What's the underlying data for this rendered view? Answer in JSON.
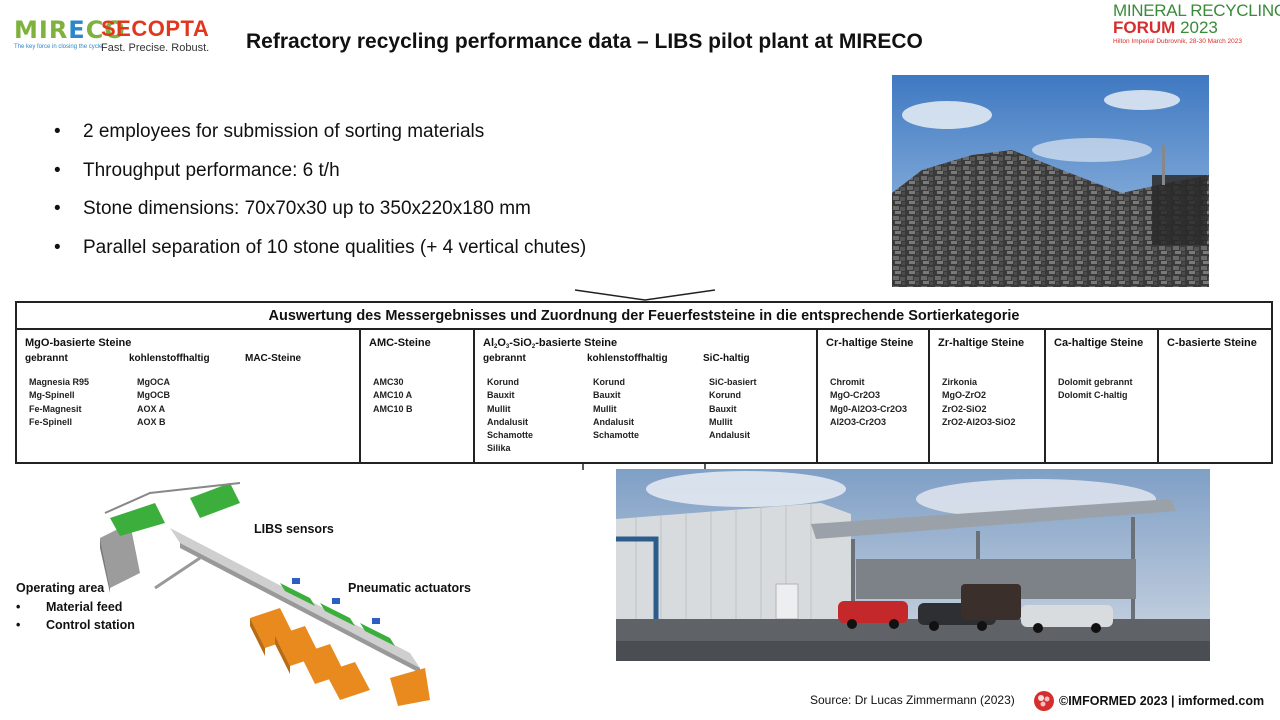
{
  "header": {
    "mireco_name": "MIRECO",
    "mireco_tagline": "The key force in closing the cycle",
    "secopta_name": "SECOPTA",
    "secopta_tagline": "Fast. Precise. Robust.",
    "title": "Refractory recycling performance data – LIBS pilot plant at MIRECO",
    "event_line1": "MINERAL RECYCLING",
    "event_forum": "FORUM",
    "event_year": "2023",
    "event_venue": "Hilton Imperial Dubrovnik, 28-30 March 2023"
  },
  "bullets": [
    "2 employees for submission of sorting materials",
    "Throughput  performance: 6 t/h",
    "Stone dimensions: 70x70x30 up to 350x220x180 mm",
    "Parallel separation of 10 stone qualities (+ 4 vertical chutes)"
  ],
  "table": {
    "heading": "Auswertung des Messergebnisses und Zuordnung der Feuerfeststeine in die entsprechende Sortierkategorie",
    "mgo": {
      "title": "MgO-basierte Steine",
      "sub1": "gebrannt",
      "sub2": "kohlenstoffhaltig",
      "sub3": "MAC-Steine",
      "items1": [
        "Magnesia R95",
        "Mg-Spinell",
        "Fe-Magnesit",
        "Fe-Spinell"
      ],
      "items2": [
        "MgOCA",
        "MgOCB",
        "AOX A",
        "AOX B"
      ]
    },
    "amc": {
      "title": "AMC-Steine",
      "items": [
        "AMC30",
        "AMC10 A",
        "AMC10 B"
      ]
    },
    "al": {
      "title_pre": "Al",
      "title_sub1": "2",
      "title_mid1": "O",
      "title_sub2": "3",
      "title_mid2": "-SiO",
      "title_sub3": "2",
      "title_post": "-basierte Steine",
      "sub1": "gebrannt",
      "sub2": "kohlenstoffhaltig",
      "sub3": "SiC-haltig",
      "items1": [
        "Korund",
        "Bauxit",
        "Mullit",
        "Andalusit",
        "Schamotte",
        "Silika"
      ],
      "items2": [
        "Korund",
        "Bauxit",
        "Mullit",
        "Andalusit",
        "Schamotte"
      ],
      "items3": [
        "SiC-basiert",
        "Korund",
        "Bauxit",
        "Mullit",
        "Andalusit"
      ]
    },
    "cr": {
      "title": "Cr-haltige Steine",
      "items": [
        "Chromit",
        "MgO-Cr2O3",
        "Mg0-Al2O3-Cr2O3",
        "Al2O3-Cr2O3"
      ]
    },
    "zr": {
      "title": "Zr-haltige Steine",
      "items": [
        "Zirkonia",
        "MgO-ZrO2",
        "ZrO2-SiO2",
        "ZrO2-Al2O3-SiO2"
      ]
    },
    "ca": {
      "title": "Ca-haltige Steine",
      "items": [
        "Dolomit gebrannt",
        "Dolomit C-haltig"
      ]
    },
    "c": {
      "title": "C-basierte Steine"
    }
  },
  "diagram": {
    "libs_label": "LIBS sensors",
    "pneumatic_label": "Pneumatic actuators",
    "operating_label": "Operating area",
    "operating_items": [
      "Material feed",
      "Control station"
    ]
  },
  "footer": {
    "source": "Source: Dr Lucas Zimmermann (2023)",
    "copyright": "©IMFORMED 2023  | imformed.com"
  },
  "colors": {
    "title": "#111111",
    "mireco_green": "#7fb23c",
    "mireco_blue": "#2b87c8",
    "secopta_red": "#e2371f",
    "forum_red": "#d62e2e",
    "forum_green": "#3a8a3a",
    "chute_orange": "#e88a1e",
    "conveyor_green": "#3cae3c"
  }
}
